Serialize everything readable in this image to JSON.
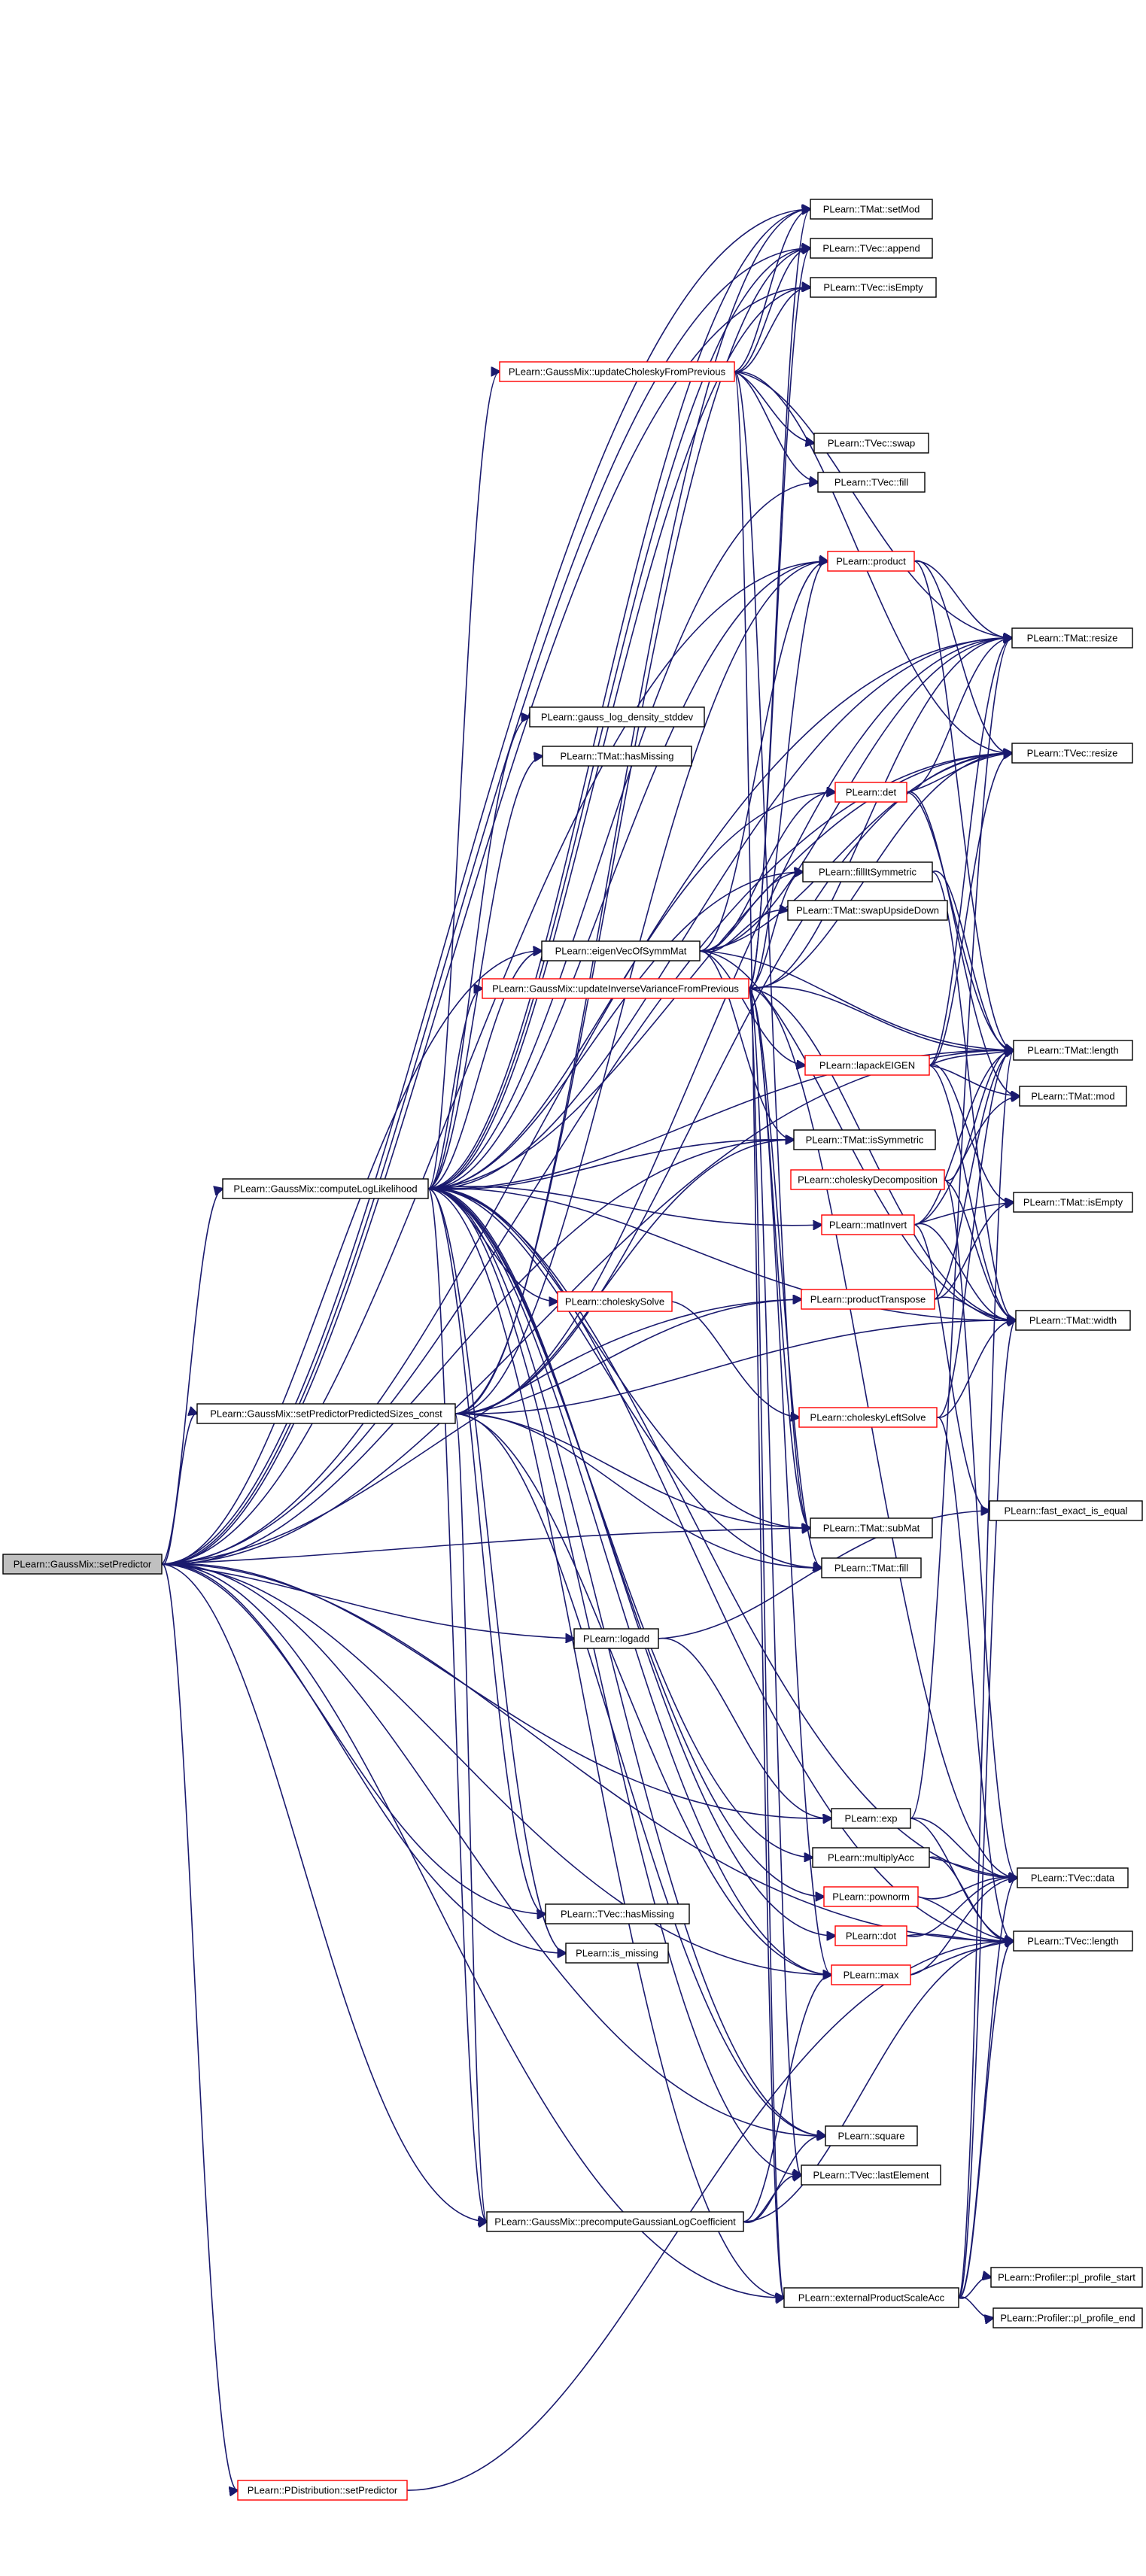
{
  "diagram": {
    "title": "",
    "colors": {
      "edge": "#1a1a6e",
      "root_fill": "#c0c0c0",
      "normal_border": "#000000",
      "linked_border": "#ff0000",
      "node_fill": "#ffffff"
    },
    "nodes": [
      {
        "id": "setPredictor",
        "label": "PLearn::GaussMix::setPredictor",
        "style": "root"
      },
      {
        "id": "computeLogLikelihood",
        "label": "PLearn::GaussMix::computeLogLikelihood",
        "style": "normal"
      },
      {
        "id": "setPredictorPredictedSizes_const",
        "label": "PLearn::GaussMix::setPredictorPredictedSizes_const",
        "style": "normal"
      },
      {
        "id": "updateCholeskyFromPrevious",
        "label": "PLearn::GaussMix::updateCholeskyFromPrevious",
        "style": "red"
      },
      {
        "id": "updateInverseVarianceFromPrevious",
        "label": "PLearn::GaussMix::updateInverseVarianceFromPrevious",
        "style": "red"
      },
      {
        "id": "gauss_log_density_stddev",
        "label": "PLearn::gauss_log_density_stddev",
        "style": "normal"
      },
      {
        "id": "TMat_hasMissing",
        "label": "PLearn::TMat::hasMissing",
        "style": "normal"
      },
      {
        "id": "eigenVecOfSymmMat",
        "label": "PLearn::eigenVecOfSymmMat",
        "style": "normal"
      },
      {
        "id": "choleskySolve",
        "label": "PLearn::choleskySolve",
        "style": "red"
      },
      {
        "id": "logadd",
        "label": "PLearn::logadd",
        "style": "normal"
      },
      {
        "id": "TVec_hasMissing",
        "label": "PLearn::TVec::hasMissing",
        "style": "normal"
      },
      {
        "id": "is_missing",
        "label": "PLearn::is_missing",
        "style": "normal"
      },
      {
        "id": "precomputeGaussianLogCoefficient",
        "label": "PLearn::GaussMix::precomputeGaussianLogCoefficient",
        "style": "normal"
      },
      {
        "id": "PDistribution_setPredictor",
        "label": "PLearn::PDistribution::setPredictor",
        "style": "red"
      },
      {
        "id": "TMat_setMod",
        "label": "PLearn::TMat::setMod",
        "style": "normal"
      },
      {
        "id": "TVec_append",
        "label": "PLearn::TVec::append",
        "style": "normal"
      },
      {
        "id": "TVec_isEmpty",
        "label": "PLearn::TVec::isEmpty",
        "style": "normal"
      },
      {
        "id": "TVec_swap",
        "label": "PLearn::TVec::swap",
        "style": "normal"
      },
      {
        "id": "TVec_fill",
        "label": "PLearn::TVec::fill",
        "style": "normal"
      },
      {
        "id": "product",
        "label": "PLearn::product",
        "style": "red"
      },
      {
        "id": "det",
        "label": "PLearn::det",
        "style": "red"
      },
      {
        "id": "fillItSymmetric",
        "label": "PLearn::fillItSymmetric",
        "style": "normal"
      },
      {
        "id": "TMat_swapUpsideDown",
        "label": "PLearn::TMat::swapUpsideDown",
        "style": "normal"
      },
      {
        "id": "lapackEIGEN",
        "label": "PLearn::lapackEIGEN",
        "style": "red"
      },
      {
        "id": "TMat_isSymmetric",
        "label": "PLearn::TMat::isSymmetric",
        "style": "normal"
      },
      {
        "id": "choleskyDecomposition",
        "label": "PLearn::choleskyDecomposition",
        "style": "red"
      },
      {
        "id": "matInvert",
        "label": "PLearn::matInvert",
        "style": "red"
      },
      {
        "id": "productTranspose",
        "label": "PLearn::productTranspose",
        "style": "red"
      },
      {
        "id": "choleskyLeftSolve",
        "label": "PLearn::choleskyLeftSolve",
        "style": "red"
      },
      {
        "id": "TMat_subMat",
        "label": "PLearn::TMat::subMat",
        "style": "normal"
      },
      {
        "id": "TMat_fill",
        "label": "PLearn::TMat::fill",
        "style": "normal"
      },
      {
        "id": "exp",
        "label": "PLearn::exp",
        "style": "normal"
      },
      {
        "id": "multiplyAcc",
        "label": "PLearn::multiplyAcc",
        "style": "normal"
      },
      {
        "id": "pownorm",
        "label": "PLearn::pownorm",
        "style": "red"
      },
      {
        "id": "dot",
        "label": "PLearn::dot",
        "style": "red"
      },
      {
        "id": "max",
        "label": "PLearn::max",
        "style": "red"
      },
      {
        "id": "square",
        "label": "PLearn::square",
        "style": "normal"
      },
      {
        "id": "TVec_lastElement",
        "label": "PLearn::TVec::lastElement",
        "style": "normal"
      },
      {
        "id": "externalProductScaleAcc",
        "label": "PLearn::externalProductScaleAcc",
        "style": "normal"
      },
      {
        "id": "TMat_resize",
        "label": "PLearn::TMat::resize",
        "style": "normal"
      },
      {
        "id": "TVec_resize",
        "label": "PLearn::TVec::resize",
        "style": "normal"
      },
      {
        "id": "TMat_length",
        "label": "PLearn::TMat::length",
        "style": "normal"
      },
      {
        "id": "TMat_mod",
        "label": "PLearn::TMat::mod",
        "style": "normal"
      },
      {
        "id": "TMat_isEmpty",
        "label": "PLearn::TMat::isEmpty",
        "style": "normal"
      },
      {
        "id": "TMat_width",
        "label": "PLearn::TMat::width",
        "style": "normal"
      },
      {
        "id": "fast_exact_is_equal",
        "label": "PLearn::fast_exact_is_equal",
        "style": "normal"
      },
      {
        "id": "TVec_data",
        "label": "PLearn::TVec::data",
        "style": "normal"
      },
      {
        "id": "TVec_length",
        "label": "PLearn::TVec::length",
        "style": "normal"
      },
      {
        "id": "pl_profile_start",
        "label": "PLearn::Profiler::pl_profile_start",
        "style": "normal"
      },
      {
        "id": "pl_profile_end",
        "label": "PLearn::Profiler::pl_profile_end",
        "style": "normal"
      }
    ],
    "edges": [
      [
        "setPredictor",
        "computeLogLikelihood"
      ],
      [
        "setPredictor",
        "setPredictorPredictedSizes_const"
      ],
      [
        "setPredictor",
        "logadd"
      ],
      [
        "setPredictor",
        "TVec_hasMissing"
      ],
      [
        "setPredictor",
        "is_missing"
      ],
      [
        "setPredictor",
        "precomputeGaussianLogCoefficient"
      ],
      [
        "setPredictor",
        "PDistribution_setPredictor"
      ],
      [
        "setPredictor",
        "externalProductScaleAcc"
      ],
      [
        "setPredictor",
        "TMat_setMod"
      ],
      [
        "setPredictor",
        "TVec_append"
      ],
      [
        "setPredictor",
        "TVec_isEmpty"
      ],
      [
        "setPredictor",
        "TMat_resize"
      ],
      [
        "setPredictor",
        "TVec_resize"
      ],
      [
        "setPredictor",
        "eigenVecOfSymmMat"
      ],
      [
        "setPredictor",
        "TMat_subMat"
      ],
      [
        "setPredictor",
        "TMat_isSymmetric"
      ],
      [
        "setPredictor",
        "productTranspose"
      ],
      [
        "setPredictor",
        "max"
      ],
      [
        "setPredictor",
        "exp"
      ],
      [
        "setPredictor",
        "square"
      ],
      [
        "setPredictor",
        "TVec_length"
      ],
      [
        "setPredictor",
        "product"
      ],
      [
        "setPredictor",
        "TMat_length"
      ],
      [
        "computeLogLikelihood",
        "updateCholeskyFromPrevious"
      ],
      [
        "computeLogLikelihood",
        "updateInverseVarianceFromPrevious"
      ],
      [
        "computeLogLikelihood",
        "gauss_log_density_stddev"
      ],
      [
        "computeLogLikelihood",
        "TMat_hasMissing"
      ],
      [
        "computeLogLikelihood",
        "eigenVecOfSymmMat"
      ],
      [
        "computeLogLikelihood",
        "choleskySolve"
      ],
      [
        "computeLogLikelihood",
        "TVec_hasMissing"
      ],
      [
        "computeLogLikelihood",
        "is_missing"
      ],
      [
        "computeLogLikelihood",
        "precomputeGaussianLogCoefficient"
      ],
      [
        "computeLogLikelihood",
        "externalProductScaleAcc"
      ],
      [
        "computeLogLikelihood",
        "TMat_setMod"
      ],
      [
        "computeLogLikelihood",
        "TVec_append"
      ],
      [
        "computeLogLikelihood",
        "TVec_isEmpty"
      ],
      [
        "computeLogLikelihood",
        "TVec_fill"
      ],
      [
        "computeLogLikelihood",
        "product"
      ],
      [
        "computeLogLikelihood",
        "det"
      ],
      [
        "computeLogLikelihood",
        "fillItSymmetric"
      ],
      [
        "computeLogLikelihood",
        "TMat_isSymmetric"
      ],
      [
        "computeLogLikelihood",
        "matInvert"
      ],
      [
        "computeLogLikelihood",
        "TMat_subMat"
      ],
      [
        "computeLogLikelihood",
        "TMat_fill"
      ],
      [
        "computeLogLikelihood",
        "dot"
      ],
      [
        "computeLogLikelihood",
        "max"
      ],
      [
        "computeLogLikelihood",
        "square"
      ],
      [
        "computeLogLikelihood",
        "TVec_lastElement"
      ],
      [
        "computeLogLikelihood",
        "TMat_width"
      ],
      [
        "computeLogLikelihood",
        "TMat_length"
      ],
      [
        "computeLogLikelihood",
        "TVec_data"
      ],
      [
        "computeLogLikelihood",
        "TVec_length"
      ],
      [
        "computeLogLikelihood",
        "TMat_resize"
      ],
      [
        "computeLogLikelihood",
        "TVec_resize"
      ],
      [
        "computeLogLikelihood",
        "multiplyAcc"
      ],
      [
        "computeLogLikelihood",
        "pownorm"
      ],
      [
        "setPredictorPredictedSizes_const",
        "TMat_subMat"
      ],
      [
        "setPredictorPredictedSizes_const",
        "TMat_fill"
      ],
      [
        "setPredictorPredictedSizes_const",
        "productTranspose"
      ],
      [
        "setPredictorPredictedSizes_const",
        "TMat_width"
      ],
      [
        "setPredictorPredictedSizes_const",
        "TMat_setMod"
      ],
      [
        "setPredictorPredictedSizes_const",
        "TVec_append"
      ],
      [
        "setPredictorPredictedSizes_const",
        "TMat_resize"
      ],
      [
        "setPredictorPredictedSizes_const",
        "TMat_isSymmetric"
      ],
      [
        "setPredictorPredictedSizes_const",
        "precomputeGaussianLogCoefficient"
      ],
      [
        "setPredictorPredictedSizes_const",
        "max"
      ],
      [
        "setPredictorPredictedSizes_const",
        "square"
      ],
      [
        "setPredictorPredictedSizes_const",
        "product"
      ],
      [
        "setPredictorPredictedSizes_const",
        "TVec_resize"
      ],
      [
        "updateCholeskyFromPrevious",
        "TMat_setMod"
      ],
      [
        "updateCholeskyFromPrevious",
        "TVec_append"
      ],
      [
        "updateCholeskyFromPrevious",
        "TVec_isEmpty"
      ],
      [
        "updateCholeskyFromPrevious",
        "TVec_swap"
      ],
      [
        "updateCholeskyFromPrevious",
        "TVec_fill"
      ],
      [
        "updateCholeskyFromPrevious",
        "TMat_resize"
      ],
      [
        "updateCholeskyFromPrevious",
        "TVec_resize"
      ],
      [
        "updateCholeskyFromPrevious",
        "TMat_subMat"
      ],
      [
        "updateCholeskyFromPrevious",
        "externalProductScaleAcc"
      ],
      [
        "updateInverseVarianceFromPrevious",
        "TMat_setMod"
      ],
      [
        "updateInverseVarianceFromPrevious",
        "TVec_append"
      ],
      [
        "updateInverseVarianceFromPrevious",
        "product"
      ],
      [
        "updateInverseVarianceFromPrevious",
        "TMat_resize"
      ],
      [
        "updateInverseVarianceFromPrevious",
        "TVec_resize"
      ],
      [
        "updateInverseVarianceFromPrevious",
        "fillItSymmetric"
      ],
      [
        "updateInverseVarianceFromPrevious",
        "TMat_length"
      ],
      [
        "updateInverseVarianceFromPrevious",
        "TMat_subMat"
      ],
      [
        "updateInverseVarianceFromPrevious",
        "TMat_fill"
      ],
      [
        "updateInverseVarianceFromPrevious",
        "max"
      ],
      [
        "updateInverseVarianceFromPrevious",
        "TVec_lastElement"
      ],
      [
        "updateInverseVarianceFromPrevious",
        "externalProductScaleAcc"
      ],
      [
        "updateInverseVarianceFromPrevious",
        "TMat_width"
      ],
      [
        "updateInverseVarianceFromPrevious",
        "TVec_data"
      ],
      [
        "eigenVecOfSymmMat",
        "product"
      ],
      [
        "eigenVecOfSymmMat",
        "det"
      ],
      [
        "eigenVecOfSymmMat",
        "fillItSymmetric"
      ],
      [
        "eigenVecOfSymmMat",
        "TMat_swapUpsideDown"
      ],
      [
        "eigenVecOfSymmMat",
        "lapackEIGEN"
      ],
      [
        "eigenVecOfSymmMat",
        "TMat_isSymmetric"
      ],
      [
        "eigenVecOfSymmMat",
        "TMat_resize"
      ],
      [
        "eigenVecOfSymmMat",
        "TVec_resize"
      ],
      [
        "eigenVecOfSymmMat",
        "TMat_length"
      ],
      [
        "eigenVecOfSymmMat",
        "TMat_width"
      ],
      [
        "choleskySolve",
        "choleskyLeftSolve"
      ],
      [
        "logadd",
        "exp"
      ],
      [
        "logadd",
        "fast_exact_is_equal"
      ],
      [
        "precomputeGaussianLogCoefficient",
        "square"
      ],
      [
        "precomputeGaussianLogCoefficient",
        "TVec_lastElement"
      ],
      [
        "precomputeGaussianLogCoefficient",
        "TVec_length"
      ],
      [
        "precomputeGaussianLogCoefficient",
        "max"
      ],
      [
        "PDistribution_setPredictor",
        "TVec_length"
      ],
      [
        "product",
        "TMat_resize"
      ],
      [
        "product",
        "TMat_length"
      ],
      [
        "product",
        "TVec_resize"
      ],
      [
        "det",
        "TMat_resize"
      ],
      [
        "det",
        "TVec_resize"
      ],
      [
        "det",
        "TMat_length"
      ],
      [
        "det",
        "TMat_mod"
      ],
      [
        "fillItSymmetric",
        "TMat_length"
      ],
      [
        "fillItSymmetric",
        "TMat_width"
      ],
      [
        "lapackEIGEN",
        "TMat_resize"
      ],
      [
        "lapackEIGEN",
        "TVec_resize"
      ],
      [
        "lapackEIGEN",
        "TMat_length"
      ],
      [
        "lapackEIGEN",
        "TMat_mod"
      ],
      [
        "lapackEIGEN",
        "TMat_isEmpty"
      ],
      [
        "lapackEIGEN",
        "TMat_width"
      ],
      [
        "choleskyDecomposition",
        "TMat_length"
      ],
      [
        "choleskyDecomposition",
        "TMat_width"
      ],
      [
        "choleskyDecomposition",
        "TVec_data"
      ],
      [
        "matInvert",
        "TMat_length"
      ],
      [
        "matInvert",
        "TMat_mod"
      ],
      [
        "matInvert",
        "TMat_isEmpty"
      ],
      [
        "matInvert",
        "TMat_width"
      ],
      [
        "matInvert",
        "fast_exact_is_equal"
      ],
      [
        "productTranspose",
        "TMat_length"
      ],
      [
        "productTranspose",
        "TMat_width"
      ],
      [
        "productTranspose",
        "TMat_isEmpty"
      ],
      [
        "choleskyLeftSolve",
        "TMat_length"
      ],
      [
        "choleskyLeftSolve",
        "TMat_width"
      ],
      [
        "choleskyLeftSolve",
        "TVec_length"
      ],
      [
        "exp",
        "TVec_data"
      ],
      [
        "exp",
        "TVec_length"
      ],
      [
        "exp",
        "TMat_resize"
      ],
      [
        "multiplyAcc",
        "TVec_data"
      ],
      [
        "multiplyAcc",
        "TVec_length"
      ],
      [
        "pownorm",
        "TVec_data"
      ],
      [
        "pownorm",
        "TVec_length"
      ],
      [
        "dot",
        "TVec_data"
      ],
      [
        "dot",
        "TVec_length"
      ],
      [
        "max",
        "TVec_data"
      ],
      [
        "max",
        "TVec_length"
      ],
      [
        "externalProductScaleAcc",
        "pl_profile_start"
      ],
      [
        "externalProductScaleAcc",
        "pl_profile_end"
      ],
      [
        "externalProductScaleAcc",
        "TMat_width"
      ],
      [
        "externalProductScaleAcc",
        "TVec_data"
      ],
      [
        "externalProductScaleAcc",
        "TVec_length"
      ],
      [
        "externalProductScaleAcc",
        "TMat_length"
      ]
    ]
  }
}
